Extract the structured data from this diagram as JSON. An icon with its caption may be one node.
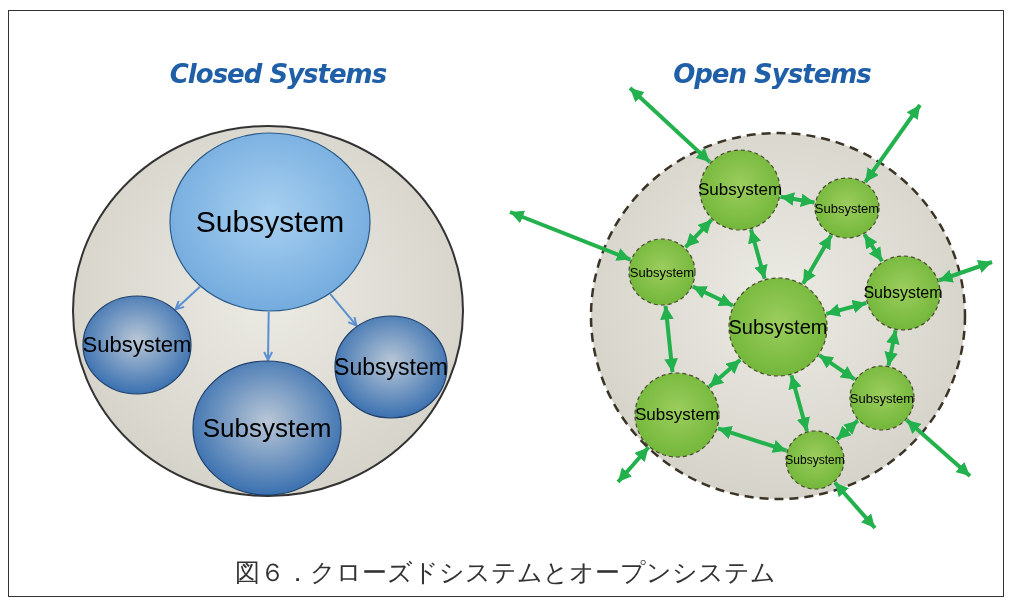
{
  "diagram": {
    "caption": "図６．クローズドシステムとオープンシステム",
    "nodes": [
      {
        "text": [],
        "shape": "circle"
      },
      {
        "text": [
          "Subsystem"
        ],
        "in": 0
      },
      {
        "text": [
          "Subsystem"
        ],
        "in": 0
      },
      {
        "text": [
          "Subsystem"
        ],
        "in": 0
      },
      {
        "text": [
          "Subsystem"
        ],
        "in": 0
      },
      {
        "text": [],
        "shape": "circle"
      },
      {
        "text": [
          "Subsystem"
        ],
        "in": 5
      },
      {
        "text": [
          "Subsystem"
        ],
        "in": 5
      },
      {
        "text": [
          "Subsystem"
        ],
        "in": 5
      },
      {
        "text": [
          "Subsystem"
        ],
        "in": 5
      },
      {
        "text": [
          "Subsystem"
        ],
        "in": 5
      },
      {
        "text": [
          "Subsystem"
        ],
        "in": 5
      },
      {
        "text": [
          "Subsystem"
        ],
        "in": 5
      },
      {
        "text": [
          "Subsystem"
        ],
        "in": 5
      }
    ],
    "edges": [
      {
        "from": 1,
        "to": 2,
        "arrow": "to",
        "color": "#5b8fd0"
      },
      {
        "from": 1,
        "to": 3,
        "arrow": "to",
        "color": "#5b8fd0"
      },
      {
        "from": 1,
        "to": 4,
        "arrow": "to",
        "color": "#5b8fd0"
      },
      {
        "from": null,
        "to": 6,
        "arrow": "both"
      },
      {
        "from": null,
        "to": 7,
        "arrow": "both"
      },
      {
        "from": null,
        "to": 8,
        "arrow": "both"
      },
      {
        "from": null,
        "to": 9,
        "arrow": "both"
      },
      {
        "from": null,
        "to": 12,
        "arrow": "both"
      },
      {
        "from": null,
        "to": 13,
        "arrow": "both"
      },
      {
        "from": null,
        "to": 11,
        "arrow": "both"
      },
      {
        "from": 6,
        "to": 8,
        "arrow": "both"
      },
      {
        "from": 6,
        "to": 7,
        "arrow": "both"
      },
      {
        "from": 6,
        "to": 10,
        "arrow": "both"
      },
      {
        "from": 7,
        "to": 10,
        "arrow": "both"
      },
      {
        "from": 7,
        "to": 9,
        "arrow": "both"
      },
      {
        "from": 8,
        "to": 10,
        "arrow": "both"
      },
      {
        "from": 9,
        "to": 10,
        "arrow": "both"
      },
      {
        "from": 8,
        "to": 12,
        "arrow": "both"
      },
      {
        "from": 10,
        "to": 12,
        "arrow": "both"
      },
      {
        "from": 10,
        "to": 11,
        "arrow": "both"
      },
      {
        "from": 9,
        "to": 11,
        "arrow": "both"
      },
      {
        "from": 10,
        "to": 13,
        "arrow": "both"
      },
      {
        "from": 12,
        "to": 13,
        "arrow": "both"
      },
      {
        "from": 11,
        "to": 13,
        "arrow": "both"
      }
    ],
    "labels": [
      "Closed Systems",
      "Open Systems"
    ]
  }
}
